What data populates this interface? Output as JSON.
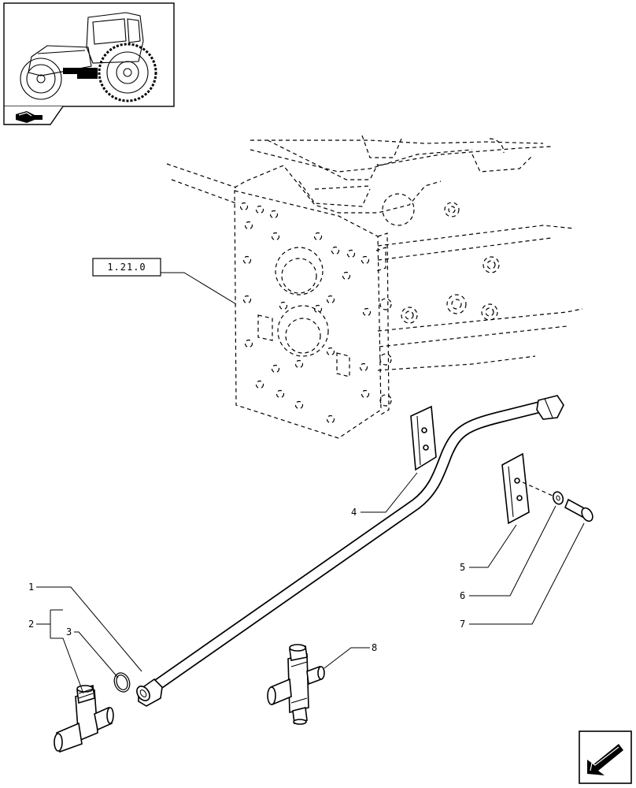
{
  "reference_box": {
    "label": "1.21.0"
  },
  "callouts": [
    {
      "id": "1",
      "text": "1"
    },
    {
      "id": "2",
      "text": "2"
    },
    {
      "id": "3",
      "text": "3"
    },
    {
      "id": "4",
      "text": "4"
    },
    {
      "id": "5",
      "text": "5"
    },
    {
      "id": "6",
      "text": "6"
    },
    {
      "id": "7",
      "text": "7"
    },
    {
      "id": "8",
      "text": "8"
    }
  ],
  "icons": {
    "thumbnail": "tractor-location-thumbnail",
    "section": "section-arrow-icon",
    "nav": "next-page-arrow-icon"
  },
  "colors": {
    "line": "#000000",
    "background": "#ffffff"
  }
}
